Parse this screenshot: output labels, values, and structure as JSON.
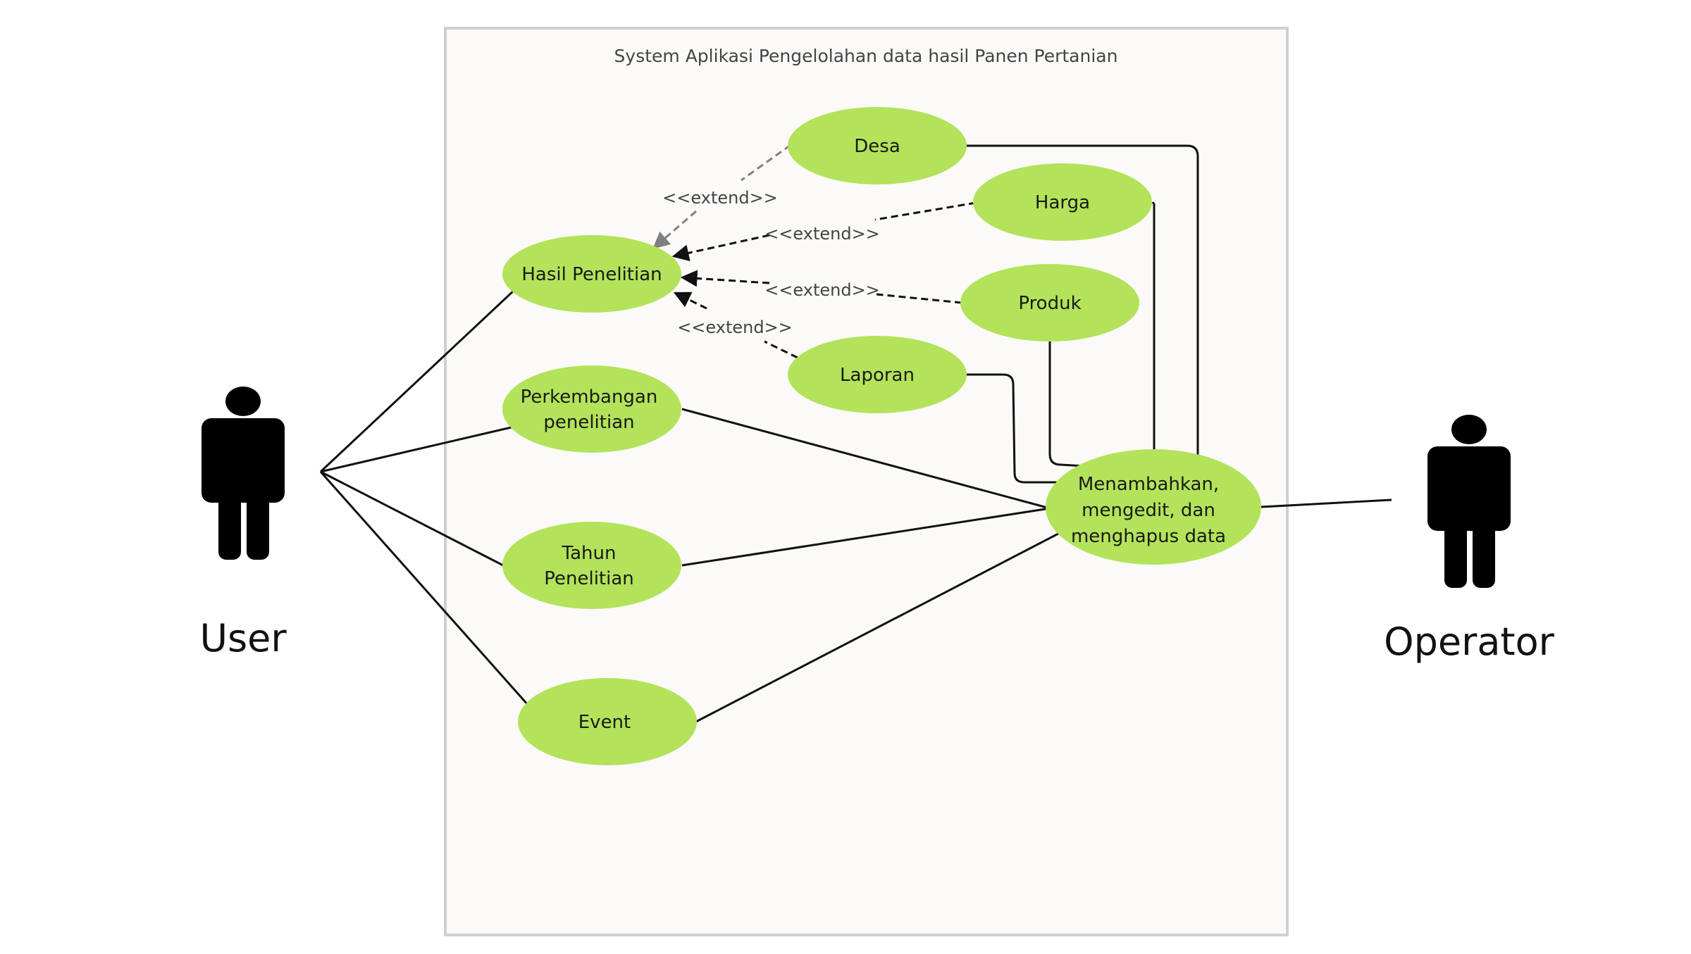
{
  "system": {
    "title": "System Aplikasi Pengelolahan  data hasil Panen Pertanian"
  },
  "actors": {
    "user": "User",
    "operator": "Operator"
  },
  "use_cases": {
    "desa": [
      "Desa"
    ],
    "harga": [
      "Harga"
    ],
    "produk": [
      "Produk"
    ],
    "laporan": [
      "Laporan"
    ],
    "hasil": [
      "Hasil Penelitian"
    ],
    "perkembangan": [
      "Perkembangan",
      "penelitian"
    ],
    "tahun": [
      "Tahun",
      "Penelitian"
    ],
    "event": [
      "Event"
    ],
    "crud": [
      "Menambahkan,",
      "mengedit, dan",
      "menghapus data"
    ]
  },
  "relations": {
    "extend": "<<extend>>"
  },
  "colors": {
    "use_case_fill": "#b3e35a",
    "system_fill": "#fbfaf8",
    "system_border": "#d0d0d0",
    "actor": "#000000"
  }
}
